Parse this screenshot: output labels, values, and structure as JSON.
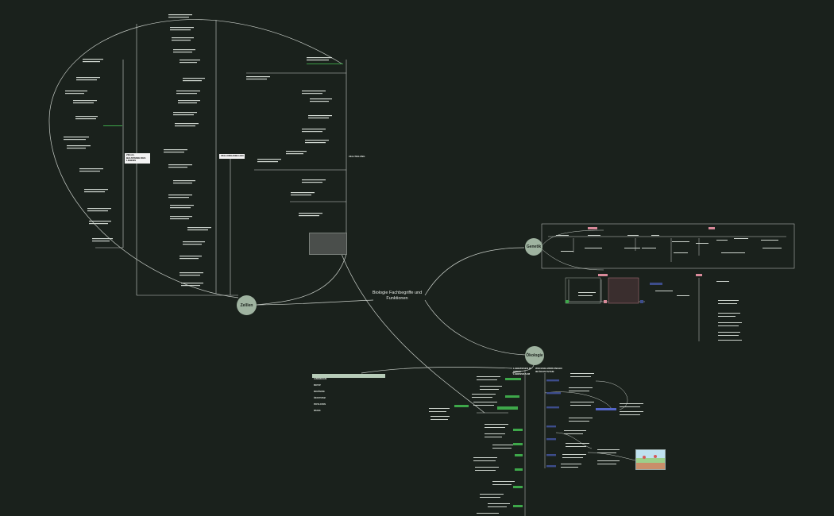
{
  "central_topic": {
    "line1": "Biologie Fachbegriffe und",
    "line2": "Funktionen"
  },
  "main_nodes": {
    "zellen": "Zelllen",
    "genetik": "Genetik",
    "oekologie": "Ökologie"
  },
  "branch_headers": {
    "left_header": "ZELLE, BAUSTEINE DES LEBENS",
    "middle_header": "ZELLORGANELLEN",
    "right_header": "ZELLTEILUNG",
    "ecology_header_1": "LEBEWESEN IN IHREM LEBENSRAUM",
    "ecology_header_2": "WECHSELWIRKUNGEN IM ÖKOSYSTEM"
  },
  "table": {
    "rows": [
      "LEBENSRAUM",
      "BIOTOP",
      "BIOZÖNOSE",
      "ÖKOSYSTEM",
      "POPULATION",
      "NISCHE"
    ]
  },
  "colors": {
    "background": "#1a211c",
    "node": "#9fb3a0",
    "connector": "#c9cfc9",
    "green_tag": "#3ea84a",
    "pink_tag": "#d98a9a",
    "blue_tag": "#3d4d8c"
  }
}
